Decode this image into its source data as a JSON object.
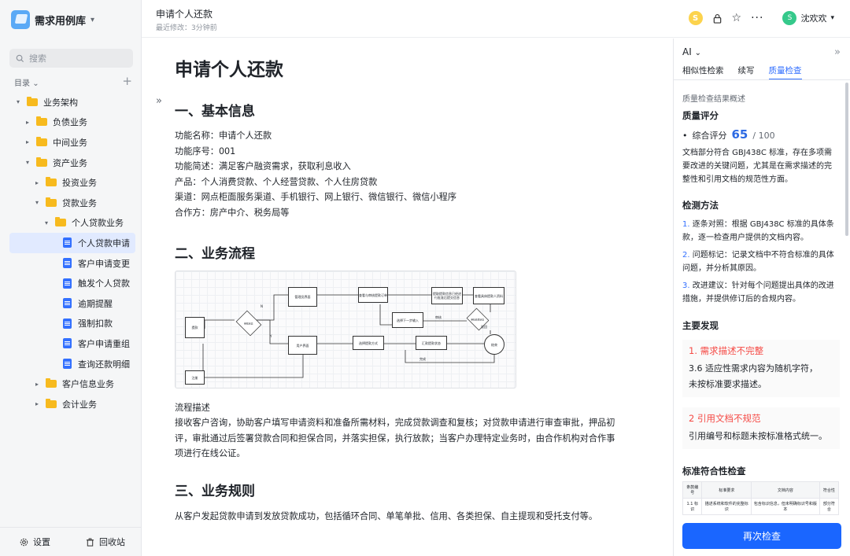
{
  "sidebar": {
    "app_name": "需求用例库",
    "search_placeholder": "搜索",
    "toc_label": "目录",
    "tree": [
      {
        "label": "业务架构",
        "level": 0,
        "type": "folder",
        "expanded": true
      },
      {
        "label": "负债业务",
        "level": 1,
        "type": "folder",
        "expanded": false
      },
      {
        "label": "中间业务",
        "level": 1,
        "type": "folder",
        "expanded": false
      },
      {
        "label": "资产业务",
        "level": 1,
        "type": "folder",
        "expanded": true
      },
      {
        "label": "投资业务",
        "level": 2,
        "type": "folder",
        "expanded": false
      },
      {
        "label": "贷款业务",
        "level": 2,
        "type": "folder",
        "expanded": true
      },
      {
        "label": "个人贷款业务",
        "level": 3,
        "type": "folder",
        "expanded": true
      },
      {
        "label": "个人贷款申请",
        "level": 4,
        "type": "doc",
        "active": true
      },
      {
        "label": "客户申请变更",
        "level": 4,
        "type": "doc"
      },
      {
        "label": "触发个人贷款",
        "level": 4,
        "type": "doc"
      },
      {
        "label": "逾期提醒",
        "level": 4,
        "type": "doc"
      },
      {
        "label": "强制扣款",
        "level": 4,
        "type": "doc"
      },
      {
        "label": "客户申请重组",
        "level": 4,
        "type": "doc"
      },
      {
        "label": "查询还款明细",
        "level": 4,
        "type": "doc"
      },
      {
        "label": "客户信息业务",
        "level": 2,
        "type": "folder",
        "expanded": false
      },
      {
        "label": "会计业务",
        "level": 2,
        "type": "folder",
        "expanded": false
      }
    ],
    "settings_label": "设置",
    "trash_label": "回收站"
  },
  "topbar": {
    "doc_title": "申请个人还款",
    "last_modified": "最近修改：3分钟前",
    "coin_letter": "S",
    "user_initial": "S",
    "user_name": "沈欢欢"
  },
  "document": {
    "title": "申请个人还款",
    "section1_title": "一、基本信息",
    "basic_info": [
      "功能名称：申请个人还款",
      "功能序号：001",
      "功能简述：满足客户融资需求，获取利息收入",
      "产品：个人消费贷款、个人经营贷款、个人住房贷款",
      "渠道：网点柜面服务渠道、手机银行、网上银行、微信银行、微信小程序",
      "合作方：房产中介、税务局等"
    ],
    "section2_title": "二、业务流程",
    "flow_label": "流程描述",
    "flow_lines": [
      "接收客户咨询，协助客户填写申请资料和准备所需材料，完成贷款调查和复核；对贷款申请进行审查审批，押品初",
      "评，审批通过后签署贷款合同和担保合同，并落实担保，执行放款；当客户办理特定业务时，由合作机构对合作事",
      "项进行在线公证。"
    ],
    "section3_title": "三、业务规则",
    "rules_text": "从客户发起贷款申请到发放贷款成功，包括循环合同、单笔单批、信用、各类担保、自主提现和受托支付等。"
  },
  "flowchart": {
    "nodes": [
      "提款",
      "审核状态",
      "管理员界面",
      "查看与审核提款订单",
      "提取提款信息已经进行批准后提交信息",
      "查看具体提款人资料",
      "选择下一步输入",
      "审核结果状态",
      "用户界面",
      "选择提款方式",
      "汇款提款状态",
      "结束",
      "注册"
    ],
    "edge_labels": [
      "N",
      "Y",
      "审核",
      "完成",
      "驳回"
    ]
  },
  "ai_panel": {
    "ai_label": "AI",
    "tabs": [
      {
        "label": "相似性检索",
        "active": false
      },
      {
        "label": "续写",
        "active": false
      },
      {
        "label": "质量检查",
        "active": true
      }
    ],
    "overview_label": "质量检查结果概述",
    "score_heading": "质量评分",
    "score_label": "综合评分",
    "score_value": "65",
    "score_total": "/ 100",
    "summary_lines": [
      "文档部分符合 GBJ438C 标准，存在多项需",
      "要改进的关键问题，尤其是在需求描述的完",
      "整性和引用文档的规范性方面。"
    ],
    "method_heading": "检测方法",
    "methods": [
      {
        "num": "1.",
        "lines": [
          "逐条对照：根据 GBJ438C 标准的具体条",
          "款，逐一检查用户提供的文档内容。"
        ]
      },
      {
        "num": "2.",
        "lines": [
          "问题标记：记录文档中不符合标准的具体",
          "问题，并分析其原因。"
        ]
      },
      {
        "num": "3.",
        "lines": [
          "改进建议：针对每个问题提出具体的改进",
          "措施，并提供修订后的合规内容。"
        ]
      }
    ],
    "findings_heading": "主要发现",
    "findings": [
      {
        "title": "1. 需求描述不完整",
        "lines": [
          "3.6 适应性需求内容为随机字符，",
          "未按标准要求描述。"
        ]
      },
      {
        "title": "2 引用文档不规范",
        "lines": [
          "引用编号和标题未按标准格式统一。"
        ]
      }
    ],
    "compliance_heading": "标准符合性检查",
    "table_headers": [
      "条款编号",
      "标准要求",
      "文档内容",
      "符合性"
    ],
    "table_rows": [
      [
        "1.1 标识",
        "描述系统和软件的完整标识",
        "包含标识信息，但未明确标识号和版本",
        "部分符合"
      ]
    ],
    "recheck_label": "再次检查"
  },
  "colors": {
    "accent": "#3370ff",
    "button": "#1a66ff",
    "warning": "#f54a45",
    "folder": "#f7ba1e"
  }
}
